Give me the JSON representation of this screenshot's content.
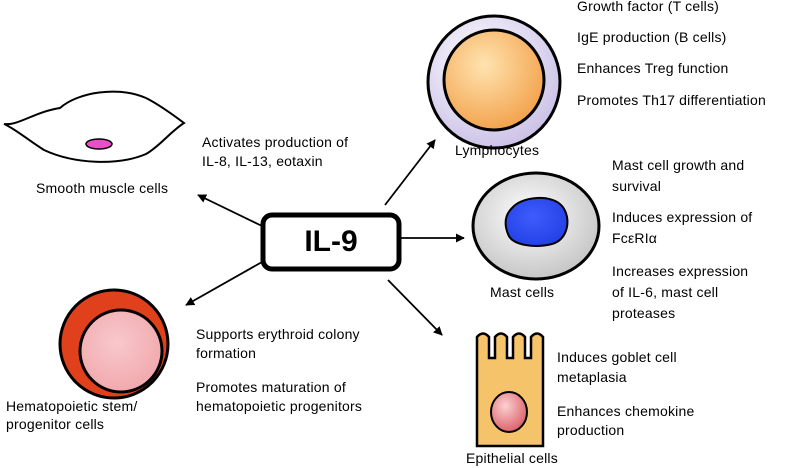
{
  "center": {
    "label": "IL-9"
  },
  "lymphocytes": {
    "label": "Lymphocytes",
    "effects": [
      "Growth factor  (T cells)",
      "IgE production (B cells)",
      "Enhances Treg function",
      "Promotes Th17 differentiation"
    ]
  },
  "smooth_muscle": {
    "label": "Smooth muscle cells",
    "effects": [
      "Activates production of",
      "IL-8, IL-13, eotaxin"
    ]
  },
  "mast_cells": {
    "label": "Mast cells",
    "effects": [
      "Mast cell growth and",
      "survival",
      "Induces expression of",
      "FcεRIα",
      "Increases expression",
      "of IL-6,  mast cell",
      "proteases"
    ]
  },
  "hematopoietic": {
    "label_lines": [
      "Hematopoietic stem/",
      "progenitor cells"
    ],
    "effects": [
      "Supports erythroid colony",
      "formation",
      "Promotes maturation of",
      "hematopoietic progenitors"
    ]
  },
  "epithelial": {
    "label": "Epithelial cells",
    "effects": [
      "Induces goblet cell",
      "metaplasia",
      "Enhances chemokine",
      "production"
    ]
  },
  "colors": {
    "lymph_outer": "#c9bfe6",
    "lymph_inner": "#f2a048",
    "smooth_nucleus": "#e84fc8",
    "mast_outer": "#bdbdbd",
    "mast_inner": "#1f3de0",
    "hema_outer": "#e0401c",
    "hema_inner": "#f0a4a8",
    "epi_cell": "#f5c46a",
    "epi_nucleus": "#d8545e"
  }
}
